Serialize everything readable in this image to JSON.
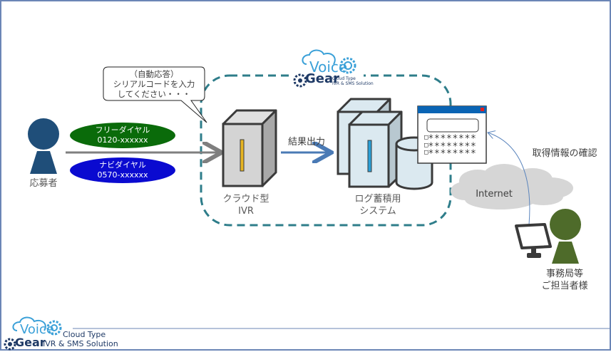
{
  "diagram": {
    "speech_bubble": {
      "lines": [
        "（自動応答）",
        "シリアルコードを入力",
        "してください・・・"
      ]
    },
    "applicant": {
      "label": "応募者",
      "color": "#1f4e79"
    },
    "free_dial": {
      "name": "フリーダイヤル",
      "number": "0120-xxxxxx",
      "color": "#0a6b0a"
    },
    "navi_dial": {
      "name": "ナビダイヤル",
      "number": "0570-xxxxxx",
      "color": "#0a0ad0"
    },
    "ivr": {
      "line1": "クラウド型",
      "line2": "IVR"
    },
    "result_output": {
      "label": "結果出力"
    },
    "log_system": {
      "line1": "ログ蓄積用",
      "line2": "システム"
    },
    "window_mock": {
      "rows": [
        "□＊＊＊＊＊＊＊＊",
        "□＊＊＊＊＊＊＊＊",
        "□＊＊＊＊＊＊＊＊"
      ]
    },
    "internet": {
      "label": "Internet"
    },
    "confirm": {
      "label": "取得情報の確認"
    },
    "staff": {
      "line1": "事務局等",
      "line2": "ご担当者様",
      "color": "#4e6b2a"
    },
    "logo_center": {
      "voice": "Voice",
      "gear": "Gear",
      "tag1": "Cloud Type",
      "tag2": "IVR & SMS Solution"
    },
    "logo_footer": {
      "voice": "Voice",
      "gear": "Gear",
      "tag1": "Cloud Type",
      "tag2": "IVR & SMS Solution"
    }
  },
  "colors": {
    "frame": "#6b86b6",
    "dashed_boundary": "#2e7d8a",
    "arrow_gray": "#7f7f7f",
    "arrow_blue": "#4a7ab5",
    "logo_blue": "#3aa0d8",
    "logo_dark": "#1f3a66"
  }
}
